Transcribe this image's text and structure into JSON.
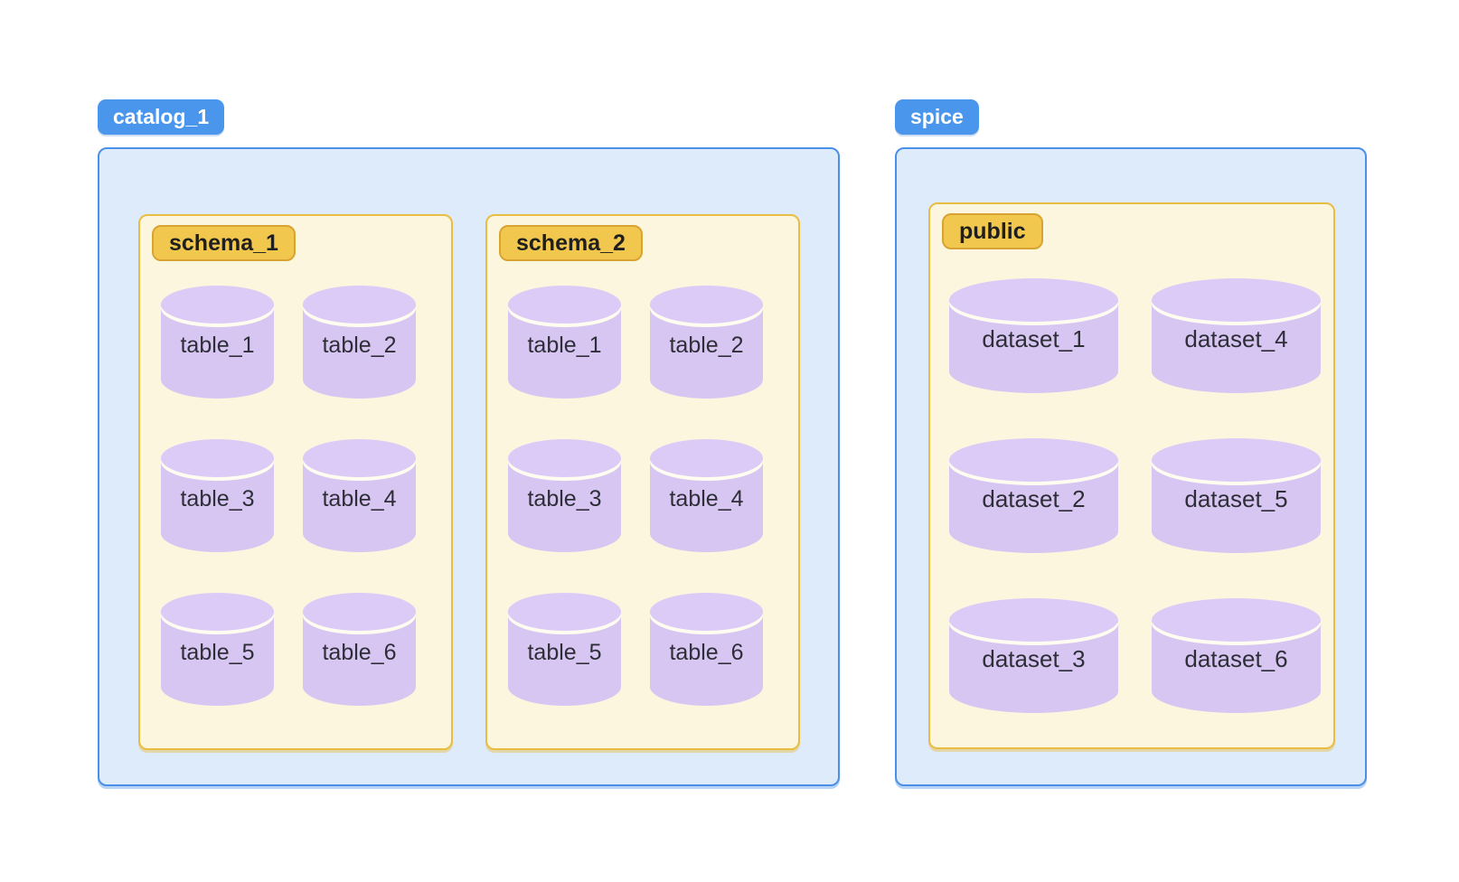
{
  "diagram": {
    "catalogs": [
      {
        "label": "catalog_1",
        "schemas": [
          {
            "label": "schema_1",
            "items": [
              "table_1",
              "table_2",
              "table_3",
              "table_4",
              "table_5",
              "table_6"
            ]
          },
          {
            "label": "schema_2",
            "items": [
              "table_1",
              "table_2",
              "table_3",
              "table_4",
              "table_5",
              "table_6"
            ]
          }
        ]
      },
      {
        "label": "spice",
        "schemas": [
          {
            "label": "public",
            "items": [
              "dataset_1",
              "dataset_2",
              "dataset_3",
              "dataset_4",
              "dataset_5",
              "dataset_6"
            ]
          }
        ]
      }
    ],
    "colors": {
      "catalog_badge_fill": "#4a96ec",
      "catalog_badge_text": "#ffffff",
      "catalog_box_fill": "#deebfb",
      "catalog_box_border": "#4a90e8",
      "schema_badge_fill": "#f2c74e",
      "schema_badge_border": "#d7a434",
      "schema_badge_text": "#1f1f1f",
      "schema_box_fill": "#fdf6df",
      "schema_box_border": "#e9bd44",
      "cylinder_fill": "#d8c6f2",
      "cylinder_cap_fill": "#dccbf6",
      "cylinder_rim": "#fffdf0",
      "cylinder_text": "#2e2e38",
      "page_bg": "#ffffff"
    }
  }
}
